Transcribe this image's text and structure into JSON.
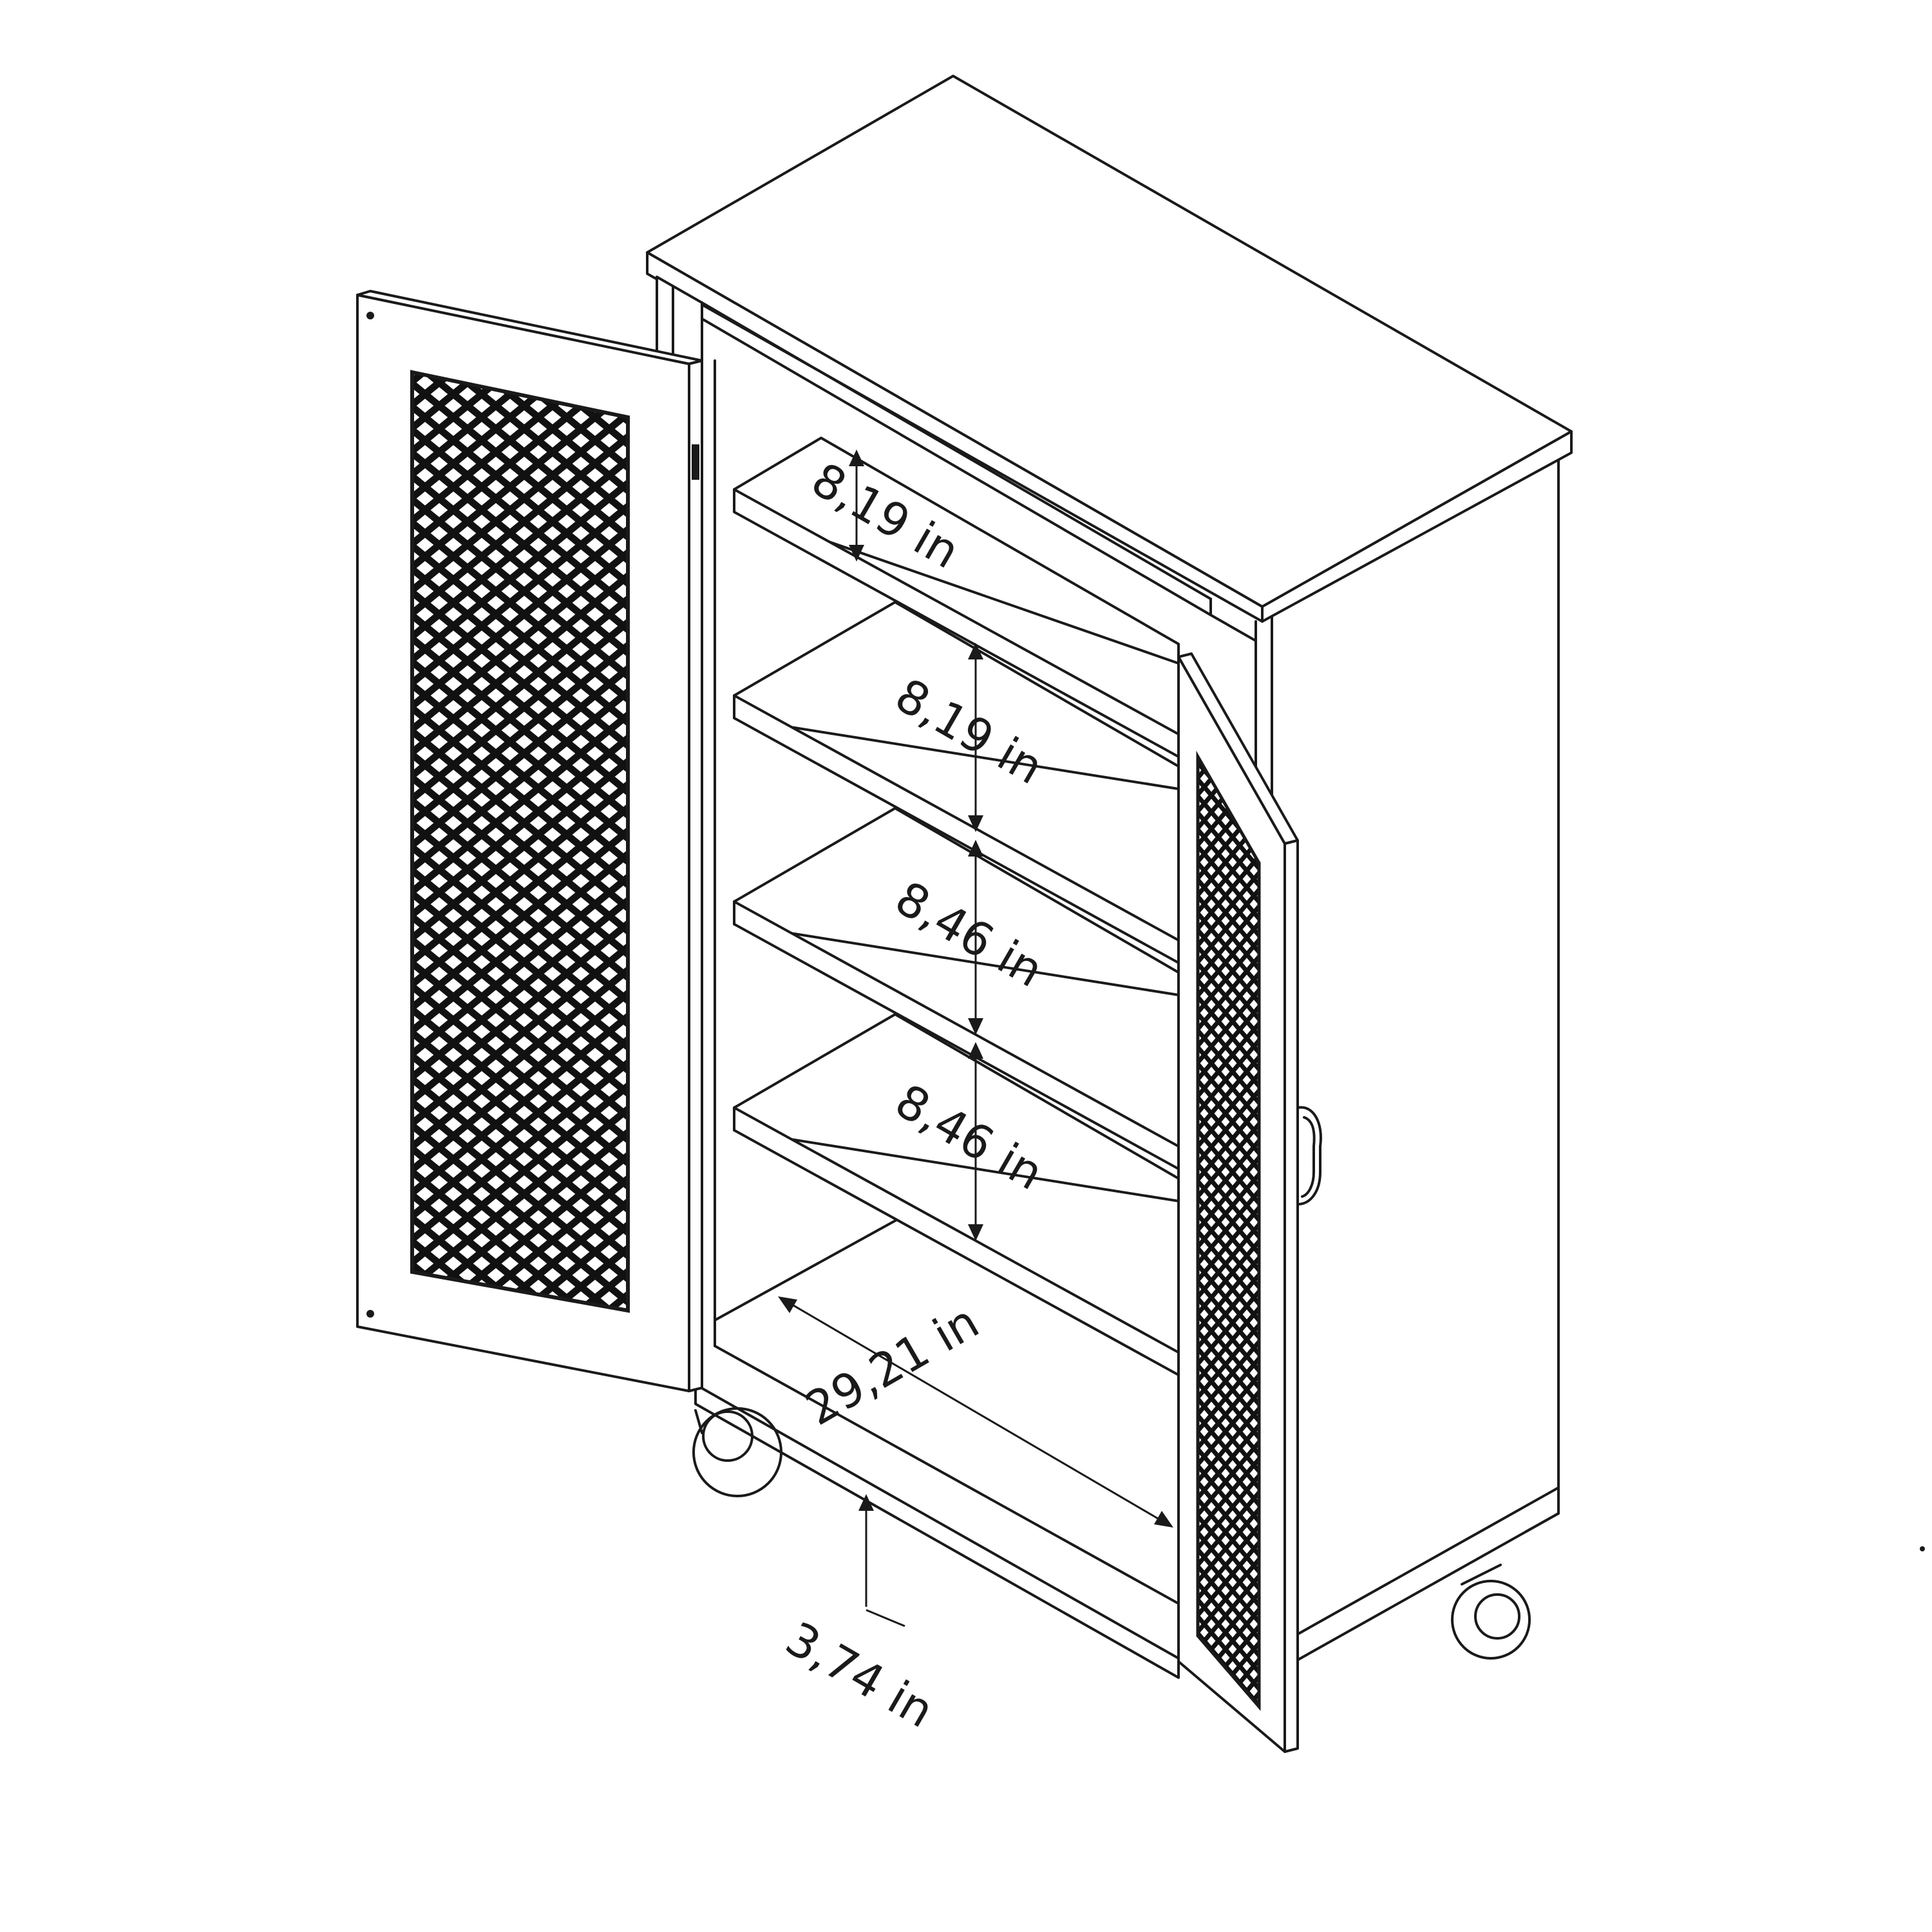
{
  "colors": {
    "ink": "#1a1a1a",
    "paper": "#ffffff"
  },
  "dimensions": {
    "shelf_gap_1": "8,19 in",
    "shelf_gap_2": "8,19 in",
    "shelf_gap_3": "8,46 in",
    "shelf_gap_4": "8,46 in",
    "interior_width": "29,21 in",
    "floor_clearance": "3,74 in"
  }
}
